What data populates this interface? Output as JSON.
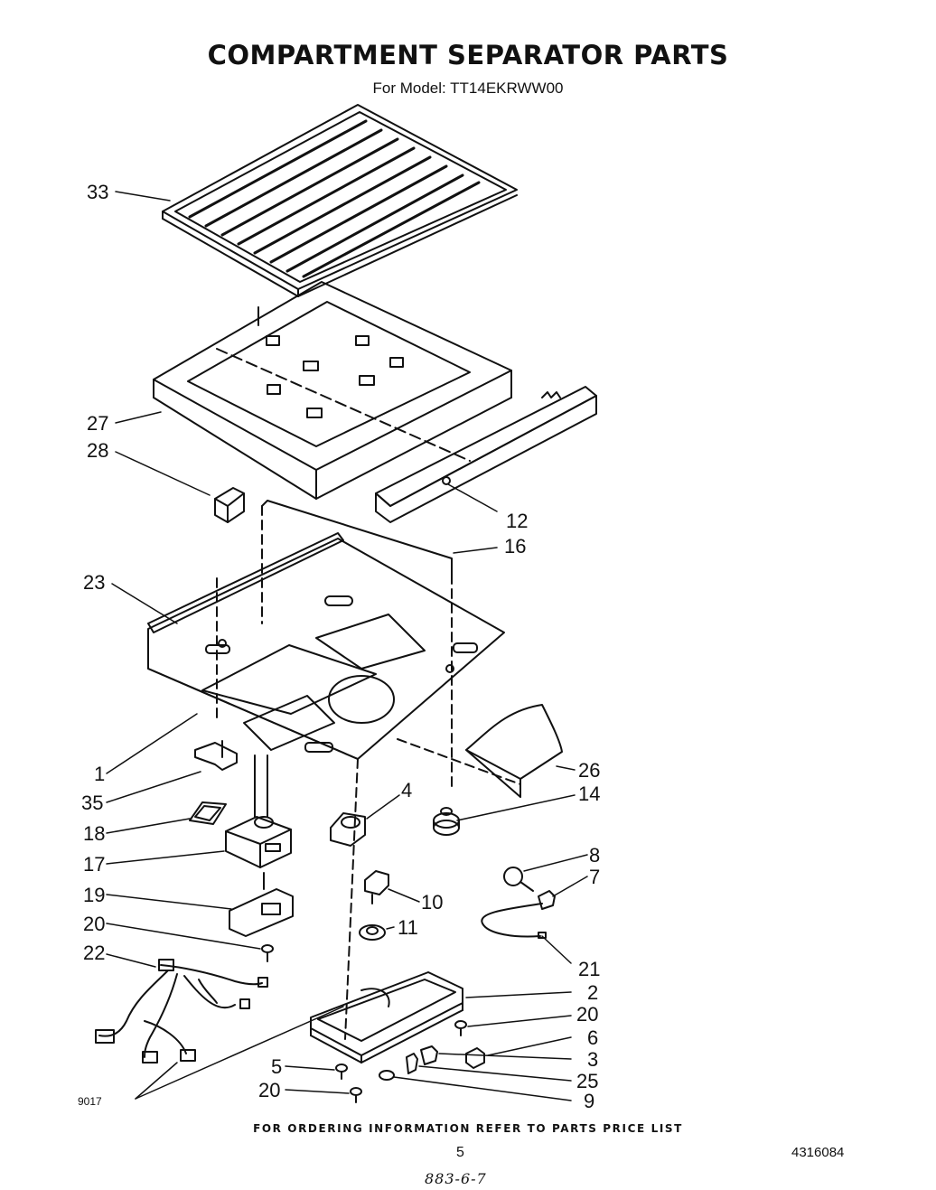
{
  "header": {
    "title": "COMPARTMENT SEPARATOR PARTS",
    "subtitle": "For Model: TT14EKRWW00"
  },
  "callouts": [
    "33",
    "27",
    "28",
    "12",
    "16",
    "23",
    "1",
    "26",
    "35",
    "4",
    "14",
    "18",
    "17",
    "8",
    "7",
    "19",
    "10",
    "20",
    "11",
    "22",
    "21",
    "2",
    "20",
    "6",
    "5",
    "3",
    "25",
    "20",
    "9"
  ],
  "footer": {
    "ordering_note": "FOR ORDERING INFORMATION REFER TO PARTS PRICE LIST",
    "page_number": "5",
    "doc_number": "4316084",
    "figure_code": "9017",
    "handwritten": "883-6-7"
  }
}
